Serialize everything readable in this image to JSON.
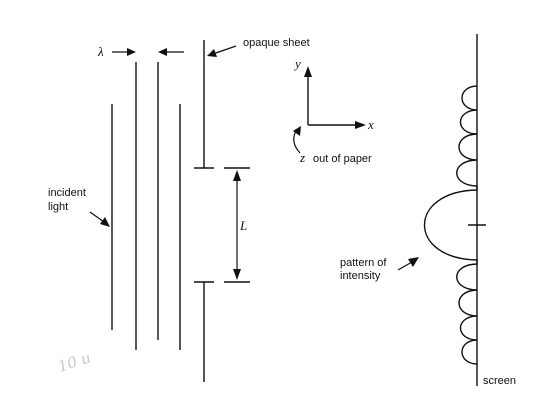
{
  "labels": {
    "lambda": "λ",
    "opaque_sheet": "opaque sheet",
    "y_axis": "y",
    "x_axis": "x",
    "z_axis": "z",
    "z_note": "out of paper",
    "incident": "incident",
    "light": "light",
    "slit_separation": "L",
    "pattern": "pattern of",
    "intensity": "intensity",
    "screen": "screen",
    "handwriting": "10 u"
  }
}
